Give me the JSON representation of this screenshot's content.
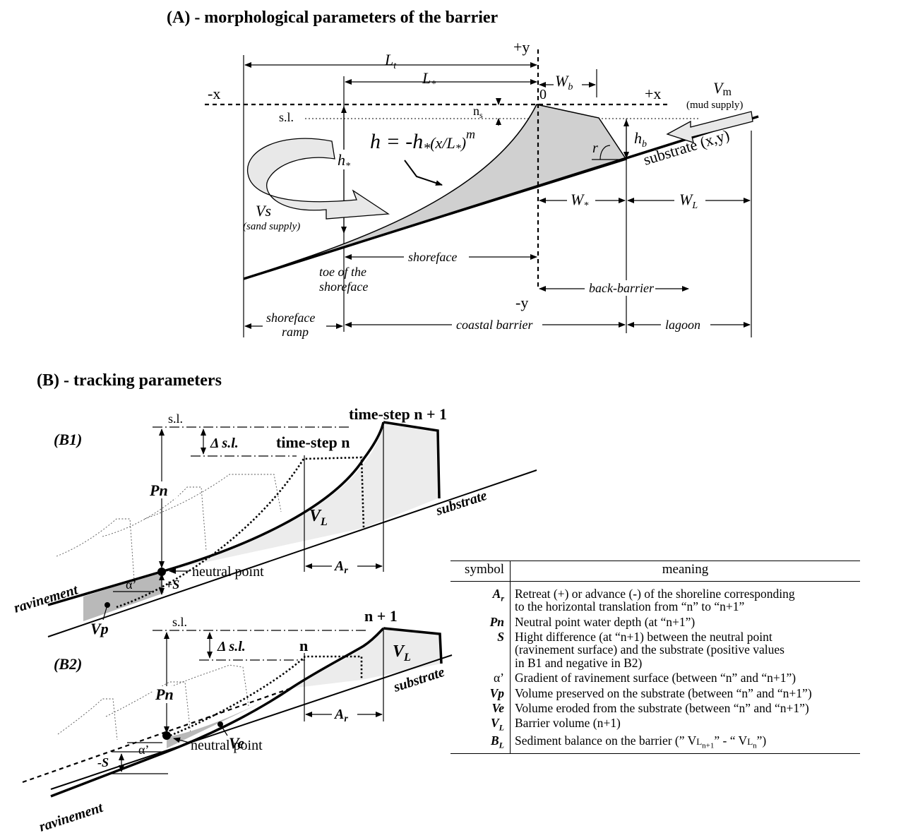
{
  "panel_a": {
    "title": "(A) - morphological parameters of the barrier",
    "axes": {
      "plus_y": "+y",
      "minus_y": "-y",
      "minus_x": "-x",
      "plus_x": "+x",
      "origin": "0"
    },
    "labels": {
      "Lt_main": "L",
      "Lt_sub": "t",
      "Lstar_main": "L",
      "Lstar_sub": "*",
      "Wb_main": "W",
      "Wb_sub": "b",
      "ns_main": "n",
      "ns_sub": "s",
      "sl": "s.l.",
      "hstar_main": "h",
      "hstar_sub": "*",
      "hb_main": "h",
      "hb_sub": "b",
      "r": "r",
      "equation_lhs": "h = -h",
      "equation_star": "*",
      "equation_mid": "(x/L",
      "equation_star2": "*",
      "equation_close": ")",
      "equation_exp": "m",
      "vm_main": "V",
      "vm_sub": "m",
      "mud_supply": "(mud supply)",
      "substrate": "substrate (x,y)",
      "vs": "Vs",
      "sand_supply": "(sand supply)",
      "wstar_main": "W",
      "wstar_sub": "*",
      "wl_main": "W",
      "wl_sub": "L",
      "shoreface": "shoreface",
      "toe_line1": "toe of the",
      "toe_line2": "shoreface",
      "back_barrier": "back-barrier",
      "shoreface_ramp_1": "shoreface",
      "shoreface_ramp_2": "ramp",
      "coastal_barrier": "coastal barrier",
      "lagoon": "lagoon"
    }
  },
  "panel_b": {
    "title": "(B) - tracking parameters",
    "b1": {
      "tag": "(B1)",
      "sl": "s.l.",
      "delta_sl": "Δ s.l.",
      "time_step_n1": "time-step n + 1",
      "time_step_n": "time-step n",
      "pn": "Pn",
      "vl_main": "V",
      "vl_sub": "L",
      "substrate": "substrate",
      "ar_main": "A",
      "ar_sub": "r",
      "neutral_point": "neutral point",
      "plus_s": "+S",
      "alpha": "α’",
      "ravinement": "ravinement",
      "vp": "Vp"
    },
    "b2": {
      "tag": "(B2)",
      "sl": "s.l.",
      "delta_sl": "Δ s.l.",
      "n1": "n + 1",
      "n": "n",
      "pn": "Pn",
      "vl_main": "V",
      "vl_sub": "L",
      "substrate": "substrate",
      "ar_main": "A",
      "ar_sub": "r",
      "minus_s": "-S",
      "ve": "Ve",
      "neutral_point": "neutral point",
      "alpha": "α’",
      "ravinement": "ravinement"
    }
  },
  "legend": {
    "header_symbol": "symbol",
    "header_meaning": "meaning",
    "rows": [
      {
        "symbol_main": "A",
        "symbol_sub": "r",
        "lines": [
          "Retreat (+) or advance (-) of the shoreline corresponding",
          "to the horizontal translation from “n” to “n+1”"
        ]
      },
      {
        "symbol_main": "Pn",
        "symbol_sub": "",
        "lines": [
          "Neutral point water depth (at “n+1”)"
        ]
      },
      {
        "symbol_main": "S",
        "symbol_sub": "",
        "lines": [
          "Hight difference (at “n+1) between the neutral point",
          "(ravinement surface) and the substrate (positive values",
          "in B1 and  negative in B2)"
        ]
      },
      {
        "symbol_main": "α’",
        "symbol_sub": "",
        "lines": [
          "Gradient of ravinement surface (between “n” and “n+1”)"
        ]
      },
      {
        "symbol_main": "Vp",
        "symbol_sub": "",
        "lines": [
          "Volume preserved on the substrate (between “n” and “n+1”)"
        ]
      },
      {
        "symbol_main": "Ve",
        "symbol_sub": "",
        "lines": [
          "Volume eroded from the substrate (between “n” and “n+1”)"
        ]
      },
      {
        "symbol_main": "V",
        "symbol_sub": "L",
        "lines": [
          "Barrier volume (n+1)"
        ]
      },
      {
        "symbol_main": "B",
        "symbol_sub": "L",
        "lines": [
          "Sediment balance on the barrier (” V",
          "L",
          "n+1",
          "” - “ V",
          "L",
          "n",
          "”)"
        ]
      }
    ]
  }
}
